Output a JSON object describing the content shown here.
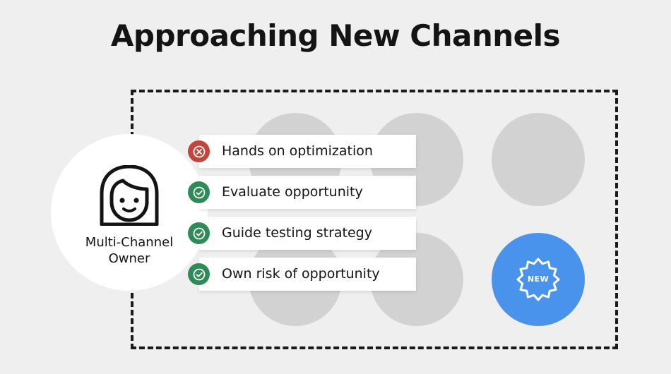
{
  "slide": {
    "title": "Approaching New Channels"
  },
  "owner": {
    "label_line1": "Multi-Channel",
    "label_line2": "Owner",
    "icon": "woman-avatar-icon"
  },
  "checklist": [
    {
      "label": "Hands on optimization",
      "status": "rejected",
      "icon": "x-circle-icon",
      "color": "#c0453a"
    },
    {
      "label": "Evaluate opportunity",
      "status": "approved",
      "icon": "check-circle-icon",
      "color": "#2e8a57"
    },
    {
      "label": "Guide testing strategy",
      "status": "approved",
      "icon": "check-circle-icon",
      "color": "#2e8a57"
    },
    {
      "label": "Own risk of opportunity",
      "status": "approved",
      "icon": "check-circle-icon",
      "color": "#2e8a57"
    }
  ],
  "channels": {
    "placeholder_color": "#d2d2d2",
    "new_channel": {
      "label": "NEW",
      "icon": "new-badge-icon",
      "color": "#4a93ec"
    }
  }
}
